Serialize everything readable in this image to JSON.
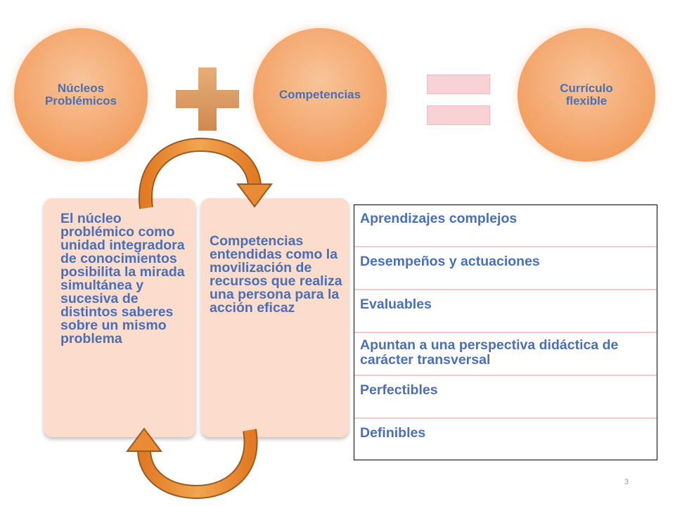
{
  "circles": {
    "left": "Núcleos Problémicos",
    "middle": "Competencias",
    "right": "Currículo flexible"
  },
  "panels": {
    "left_text": "El núcleo problémico como unidad integradora de conocimientos posibilita la mirada simultánea y sucesiva de distintos saberes sobre un mismo problema",
    "right_text": "Competencias entendidas como la movilización de recursos que realiza una persona para la acción eficaz"
  },
  "list": {
    "items": [
      "Aprendizajes  complejos",
      "Desempeños y actuaciones",
      "Evaluables",
      "Apuntan a una perspectiva didáctica de carácter transversal",
      "Perfectibles",
      "Definibles"
    ]
  },
  "page_number": "3",
  "colors": {
    "circle": "#f3a063",
    "plus": "#dd9a60",
    "equals": "#f8d0d2",
    "text": "#4a6fb5",
    "panel": "#fbdccd",
    "arrow": "#e8892f"
  }
}
